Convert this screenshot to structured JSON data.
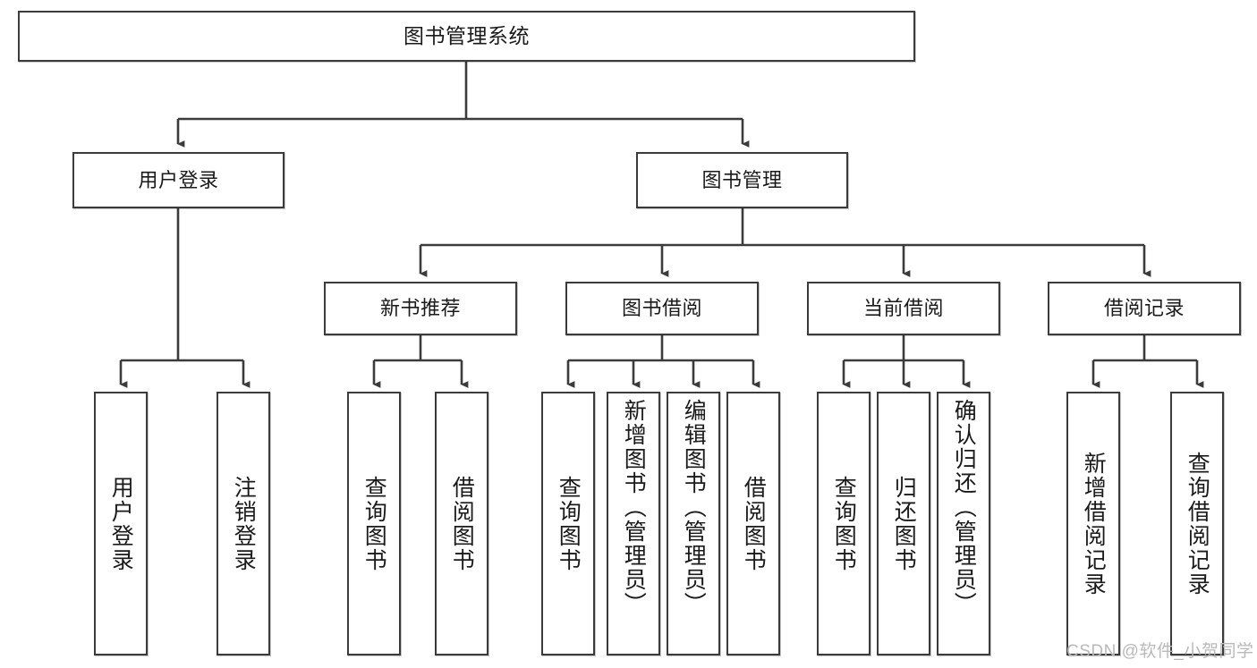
{
  "diagram": {
    "title": "图书管理系统",
    "type": "functional-structure-tree",
    "watermark": "CSDN @软件_小贺同学",
    "colors": {
      "border": "#3b3b3b",
      "background": "#ffffff",
      "text": "#1a1a1a",
      "watermark": "#b9b9b9"
    },
    "root": {
      "label": "图书管理系统"
    },
    "level1": [
      {
        "label": "用户登录"
      },
      {
        "label": "图书管理"
      }
    ],
    "level2": [
      {
        "label": "新书推荐"
      },
      {
        "label": "图书借阅"
      },
      {
        "label": "当前借阅"
      },
      {
        "label": "借阅记录"
      }
    ],
    "leaves": {
      "user_login": [
        {
          "label": "用户登录"
        },
        {
          "label": "注销登录"
        }
      ],
      "new_book_recommend": [
        {
          "label": "查询图书"
        },
        {
          "label": "借阅图书"
        }
      ],
      "book_borrow": [
        {
          "label": "查询图书"
        },
        {
          "label": "新增图书（管理员）"
        },
        {
          "label": "编辑图书（管理员）"
        },
        {
          "label": "借阅图书"
        }
      ],
      "current_borrow": [
        {
          "label": "查询图书"
        },
        {
          "label": "归还图书"
        },
        {
          "label": "确认归还（管理员）"
        }
      ],
      "borrow_record": [
        {
          "label": "新增借阅记录"
        },
        {
          "label": "查询借阅记录"
        }
      ]
    }
  }
}
